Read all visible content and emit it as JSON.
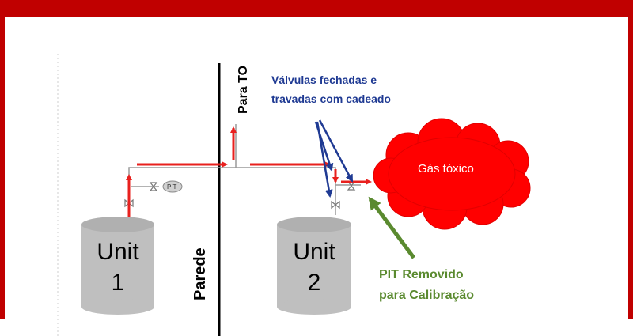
{
  "labels": {
    "para_to": "Para TO",
    "valves_line1": "Válvulas fechadas e",
    "valves_line2": "travadas com cadeado",
    "toxic_gas": "Gás tóxico",
    "pit_small": "PIT",
    "unit1_line1": "Unit",
    "unit1_line2": "1",
    "unit2_line1": "Unit",
    "unit2_line2": "2",
    "wall": "Parede",
    "pit_removed_line1": "PIT Removido",
    "pit_removed_line2": "para Calibração"
  },
  "colors": {
    "frame": "#c00000",
    "flow_arrow": "#e8201e",
    "callout_blue": "#1f3a93",
    "callout_green": "#5a8a2f",
    "tank": "#bfbfbf",
    "pipe": "#9a9a9a",
    "wall": "#000000",
    "gas_cloud": "#ff0000"
  }
}
